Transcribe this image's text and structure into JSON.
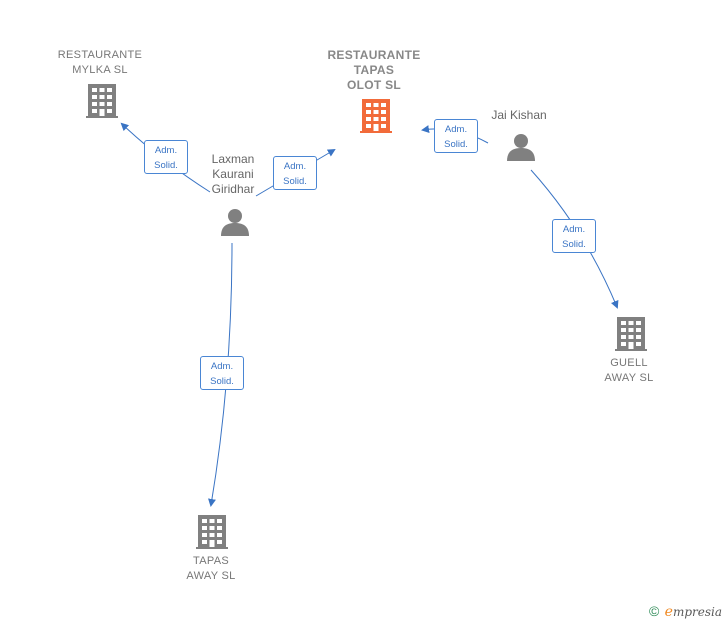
{
  "companies": {
    "mylka": {
      "name": "RESTAURANTE\nMYLKA  SL"
    },
    "tapas_olot": {
      "name": "RESTAURANTE\nTAPAS\nOLOT  SL"
    },
    "guell": {
      "name": "GUELL\nAWAY  SL"
    },
    "tapas_away": {
      "name": "TAPAS\nAWAY  SL"
    }
  },
  "persons": {
    "laxman": {
      "name": "Laxman\nKaurani\nGiridhar"
    },
    "jai": {
      "name": "Jai Kishan"
    }
  },
  "relations": [
    {
      "label": "Adm.\nSolid."
    },
    {
      "label": "Adm.\nSolid."
    },
    {
      "label": "Adm.\nSolid."
    },
    {
      "label": "Adm.\nSolid."
    },
    {
      "label": "Adm.\nSolid."
    }
  ],
  "footer": {
    "copyright": "©",
    "brand_initial": "e",
    "brand_rest": "mpresia"
  },
  "colors": {
    "main_company": "#f26b3a",
    "company": "#808080",
    "person": "#808080",
    "edge": "#3a74c4"
  }
}
